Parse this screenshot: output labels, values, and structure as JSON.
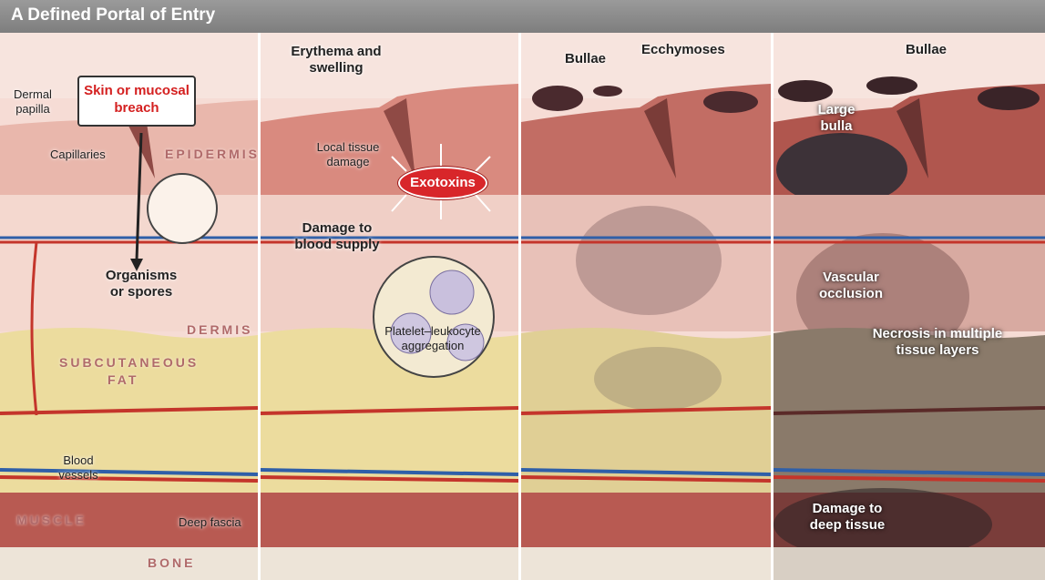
{
  "header": {
    "title": "A  Defined Portal of Entry"
  },
  "layers": {
    "epidermis": "EPIDERMIS",
    "dermis": "DERMIS",
    "subcutaneous": "SUBCUTANEOUS",
    "fat": "FAT",
    "muscle": "MUSCLE",
    "bone": "BONE"
  },
  "panel1": {
    "callout": "Skin or mucosal breach",
    "dermal_papilla": "Dermal papilla",
    "capillaries": "Capillaries",
    "organisms": "Organisms or spores",
    "blood_vessels": "Blood vessels",
    "deep_fascia": "Deep fascia"
  },
  "panel2": {
    "erythema": "Erythema and swelling",
    "local_damage": "Local tissue damage",
    "exotoxins": "Exotoxins",
    "blood_supply": "Damage to blood supply",
    "aggregation": "Platelet–leukocyte aggregation"
  },
  "panel3": {
    "bullae": "Bullae",
    "ecchymoses": "Ecchymoses"
  },
  "panel4": {
    "bullae": "Bullae",
    "large_bulla": "Large bulla",
    "vascular_occlusion": "Vascular occlusion",
    "necrosis": "Necrosis in multiple tissue layers",
    "deep_damage": "Damage to deep tissue"
  },
  "colors": {
    "epidermis": "#e9b7ac",
    "dermis": "#f4d8cf",
    "fat": "#ecdc9e",
    "muscle": "#b85a52",
    "bone": "#ede4d8",
    "artery": "#c4352b",
    "vein": "#2f5fa8",
    "exotoxin": "#d8262a"
  }
}
